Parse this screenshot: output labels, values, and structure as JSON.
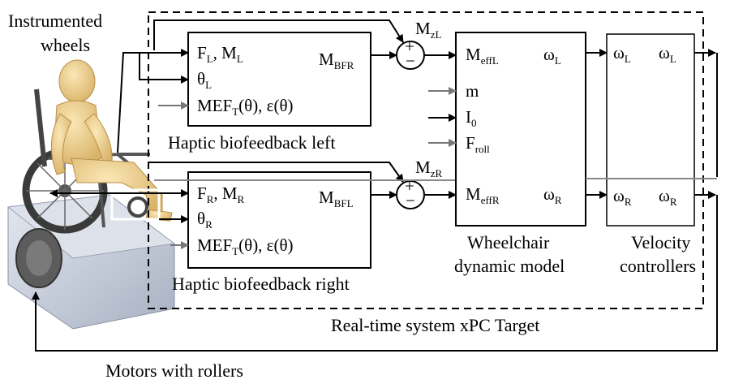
{
  "labels": {
    "instrumented": "Instrumented",
    "wheels": "wheels",
    "hb_left": "Haptic biofeedback left",
    "hb_right": "Haptic biofeedback right",
    "wheelchair_1": "Wheelchair",
    "wheelchair_2": "dynamic model",
    "velocity_1": "Velocity",
    "velocity_2": "controllers",
    "realtime": "Real-time system xPC Target",
    "motors": "Motors with rollers"
  },
  "left_block": {
    "in1_main": "F",
    "in1_sub": "L",
    "in1_mid": ", M",
    "in1_sub2": "L",
    "in2_main": "θ",
    "in2_sub": "L",
    "in3_a": "MEF",
    "in3_sub": "T",
    "in3_b": "(θ), ε(θ)",
    "out_main": "M",
    "out_sub": "BFR"
  },
  "right_block": {
    "in1_main": "F",
    "in1_sub": "R",
    "in1_mid": ", M",
    "in1_sub2": "R",
    "in2_main": "θ",
    "in2_sub": "R",
    "in3_a": "MEF",
    "in3_sub": "T",
    "in3_b": "(θ), ε(θ)",
    "out_main": "M",
    "out_sub": "BFL"
  },
  "sum_left": {
    "feed_main": "M",
    "feed_sub": "zL",
    "plus": "+",
    "minus": "−"
  },
  "sum_right": {
    "feed_main": "M",
    "feed_sub": "zR",
    "plus": "+",
    "minus": "−"
  },
  "wheelchair_block": {
    "in_l_main": "M",
    "in_l_sub": "effL",
    "in_r_main": "M",
    "in_r_sub": "effR",
    "m": "m",
    "i0_main": "I",
    "i0_sub": "0",
    "froll_main": "F",
    "froll_sub": "roll",
    "out_l_main": "ω",
    "out_l_sub": "L",
    "out_r_main": "ω",
    "out_r_sub": "R"
  },
  "velocity_block": {
    "in_l_main": "ω",
    "in_l_sub": "L",
    "in_r_main": "ω",
    "in_r_sub": "R",
    "out_l_main": "ω",
    "out_l_sub": "L",
    "out_r_main": "ω",
    "out_r_sub": "R"
  }
}
